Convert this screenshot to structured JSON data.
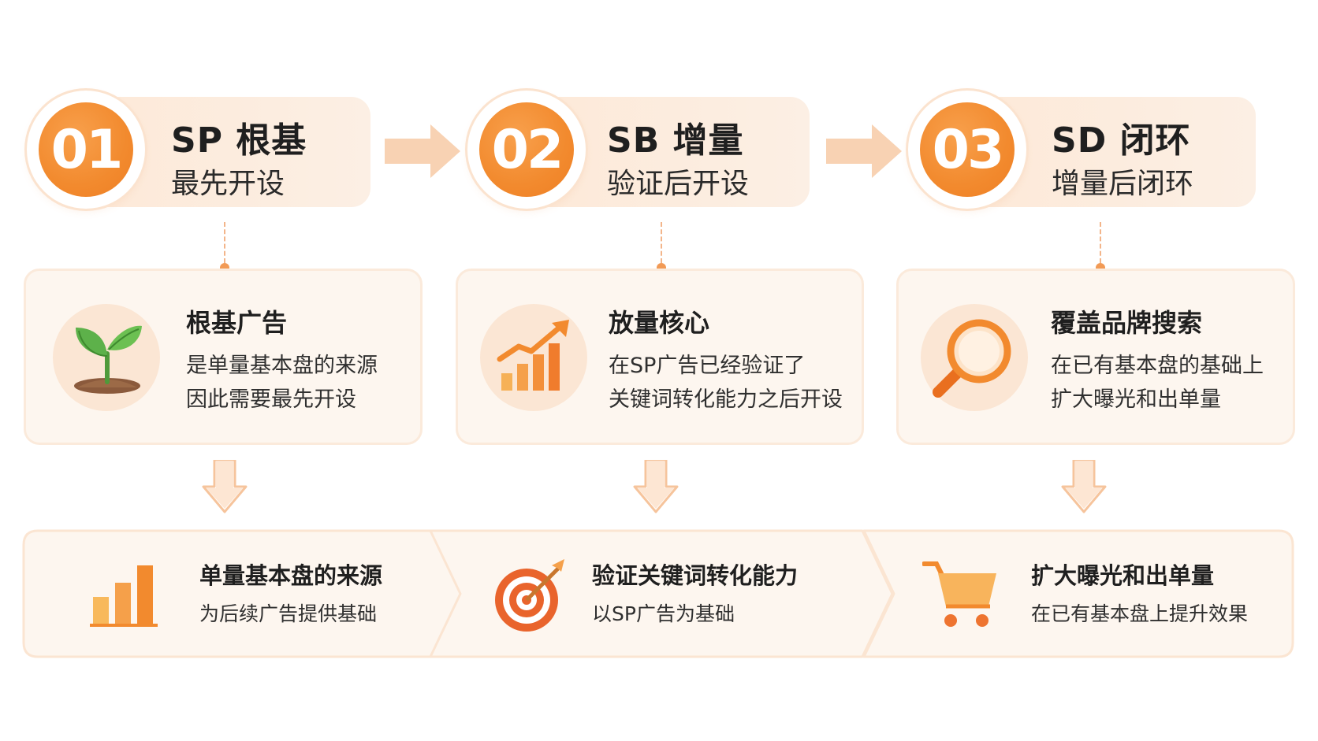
{
  "colors": {
    "accent": "#f28a2e",
    "pill_bg": "#fde9d8",
    "card_bg": "#fdf6ef",
    "card_border": "#fbeadb",
    "arrow": "#f6c9a4",
    "text": "#1f1f1f"
  },
  "steps": [
    {
      "number": "01",
      "title": "SP 根基",
      "subtitle": "最先开设"
    },
    {
      "number": "02",
      "title": "SB 增量",
      "subtitle": "验证后开设"
    },
    {
      "number": "03",
      "title": "SD 闭环",
      "subtitle": "增量后闭环"
    }
  ],
  "cards": [
    {
      "icon": "seedling-icon",
      "title": "根基广告",
      "lines": [
        "是单量基本盘的来源",
        "因此需要最先开设"
      ]
    },
    {
      "icon": "growth-chart-icon",
      "title": "放量核心",
      "lines": [
        "在SP广告已经验证了",
        "关键词转化能力之后开设"
      ]
    },
    {
      "icon": "magnifier-icon",
      "title": "覆盖品牌搜索",
      "lines": [
        "在已有基本盘的基础上",
        "扩大曝光和出单量"
      ]
    }
  ],
  "banners": [
    {
      "icon": "bar-chart-icon",
      "title": "单量基本盘的来源",
      "subtitle": "为后续广告提供基础"
    },
    {
      "icon": "target-icon",
      "title": "验证关键词转化能力",
      "subtitle": "以SP广告为基础"
    },
    {
      "icon": "cart-icon",
      "title": "扩大曝光和出单量",
      "subtitle": "在已有基本盘上提升效果"
    }
  ]
}
